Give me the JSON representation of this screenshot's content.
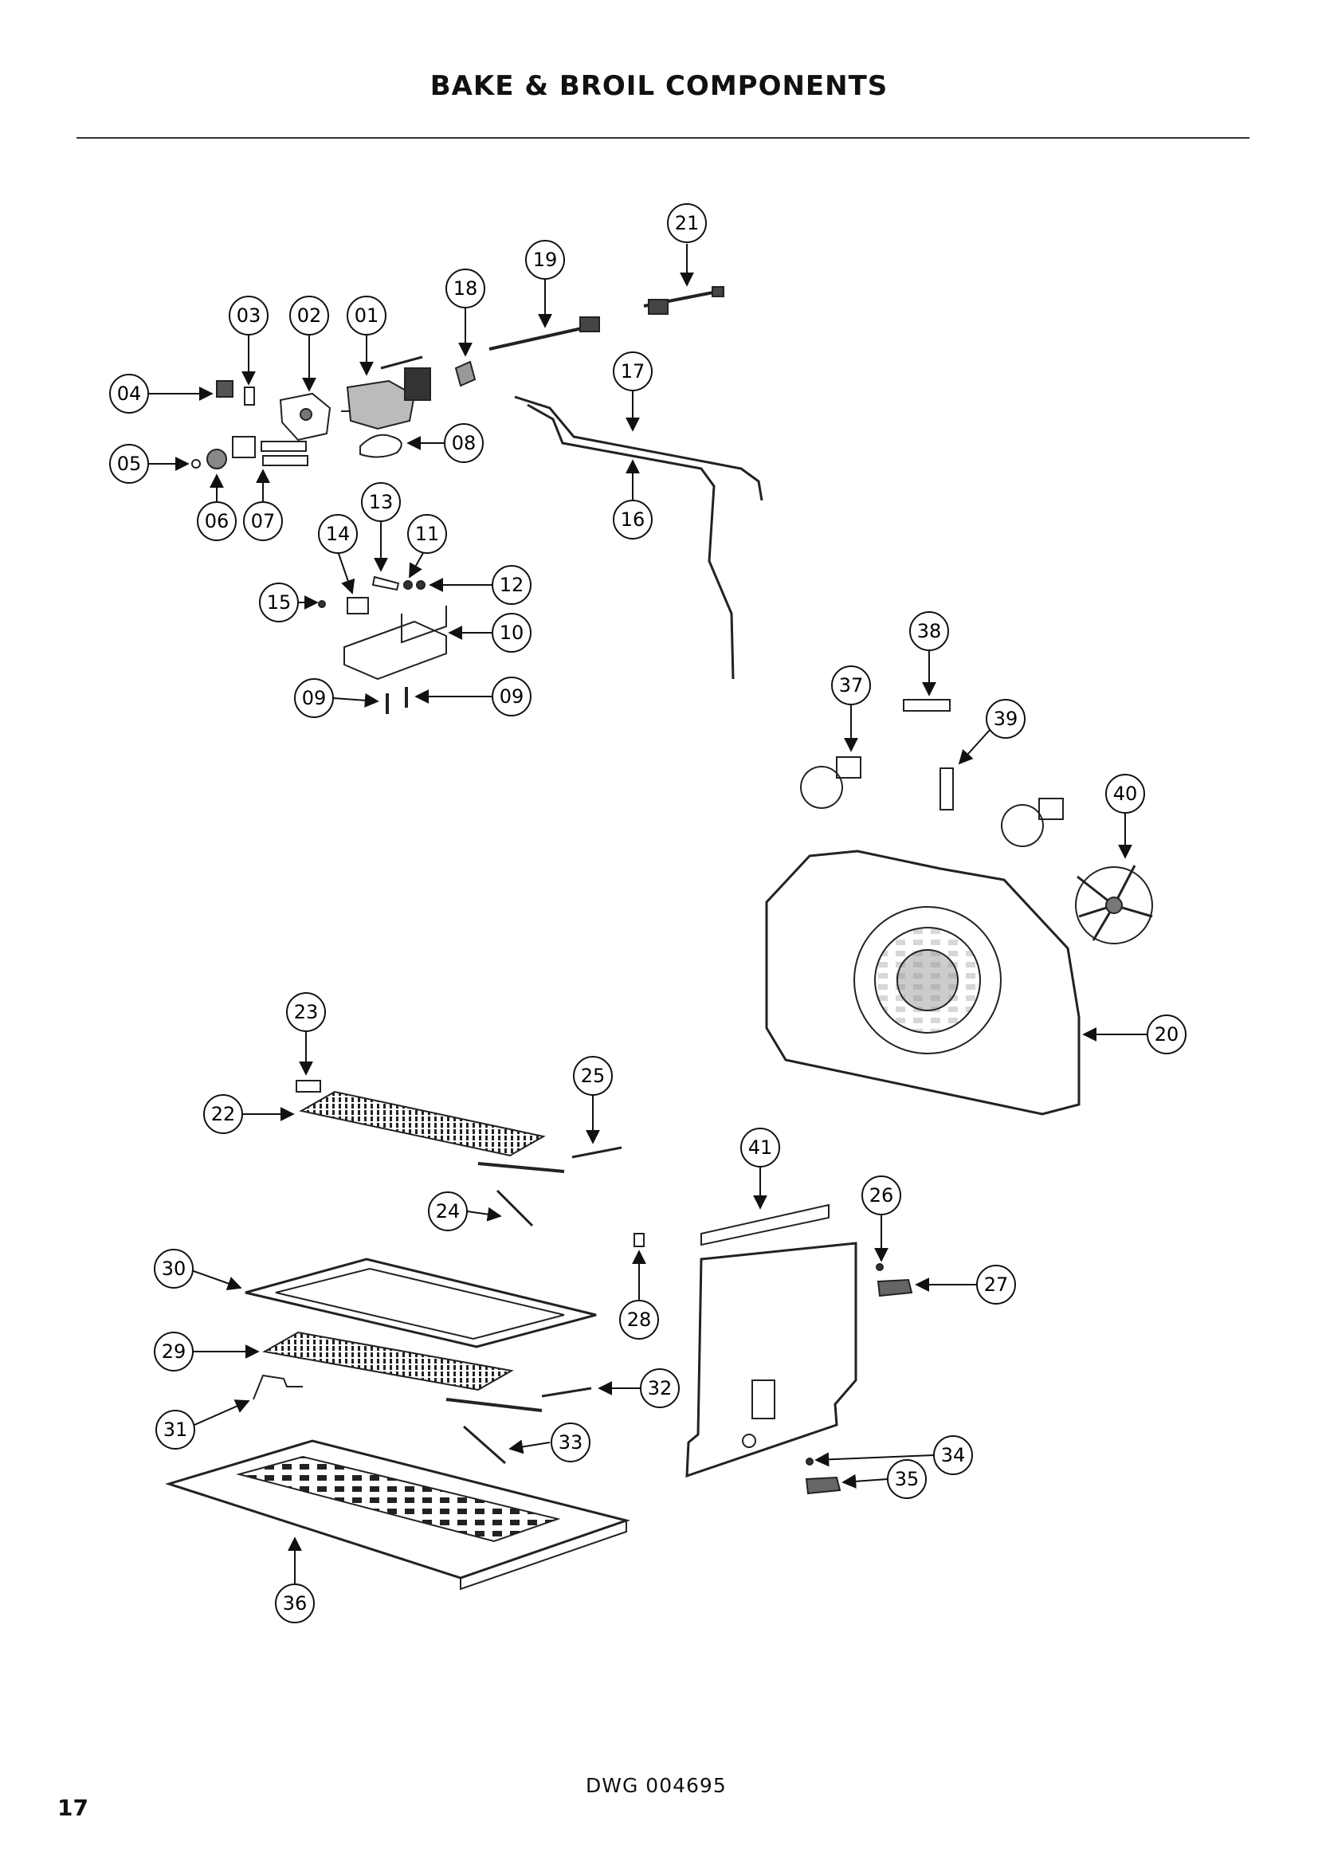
{
  "header": {
    "title": "BAKE & BROIL COMPONENTS"
  },
  "footer": {
    "drawing_number": "DWG 004695",
    "page_number": "17"
  },
  "callouts": [
    {
      "id": "c01",
      "label": "01"
    },
    {
      "id": "c02",
      "label": "02"
    },
    {
      "id": "c03",
      "label": "03"
    },
    {
      "id": "c04",
      "label": "04"
    },
    {
      "id": "c05",
      "label": "05"
    },
    {
      "id": "c06",
      "label": "06"
    },
    {
      "id": "c07",
      "label": "07"
    },
    {
      "id": "c08",
      "label": "08"
    },
    {
      "id": "c09a",
      "label": "09"
    },
    {
      "id": "c09b",
      "label": "09"
    },
    {
      "id": "c10",
      "label": "10"
    },
    {
      "id": "c11",
      "label": "11"
    },
    {
      "id": "c12",
      "label": "12"
    },
    {
      "id": "c13",
      "label": "13"
    },
    {
      "id": "c14",
      "label": "14"
    },
    {
      "id": "c15",
      "label": "15"
    },
    {
      "id": "c16",
      "label": "16"
    },
    {
      "id": "c17",
      "label": "17"
    },
    {
      "id": "c18",
      "label": "18"
    },
    {
      "id": "c19",
      "label": "19"
    },
    {
      "id": "c20",
      "label": "20"
    },
    {
      "id": "c21",
      "label": "21"
    },
    {
      "id": "c22",
      "label": "22"
    },
    {
      "id": "c23",
      "label": "23"
    },
    {
      "id": "c24",
      "label": "24"
    },
    {
      "id": "c25",
      "label": "25"
    },
    {
      "id": "c26",
      "label": "26"
    },
    {
      "id": "c27",
      "label": "27"
    },
    {
      "id": "c28",
      "label": "28"
    },
    {
      "id": "c29",
      "label": "29"
    },
    {
      "id": "c30",
      "label": "30"
    },
    {
      "id": "c31",
      "label": "31"
    },
    {
      "id": "c32",
      "label": "32"
    },
    {
      "id": "c33",
      "label": "33"
    },
    {
      "id": "c34",
      "label": "34"
    },
    {
      "id": "c35",
      "label": "35"
    },
    {
      "id": "c36",
      "label": "36"
    },
    {
      "id": "c37",
      "label": "37"
    },
    {
      "id": "c38",
      "label": "38"
    },
    {
      "id": "c39",
      "label": "39"
    },
    {
      "id": "c40",
      "label": "40"
    },
    {
      "id": "c41",
      "label": "41"
    }
  ]
}
